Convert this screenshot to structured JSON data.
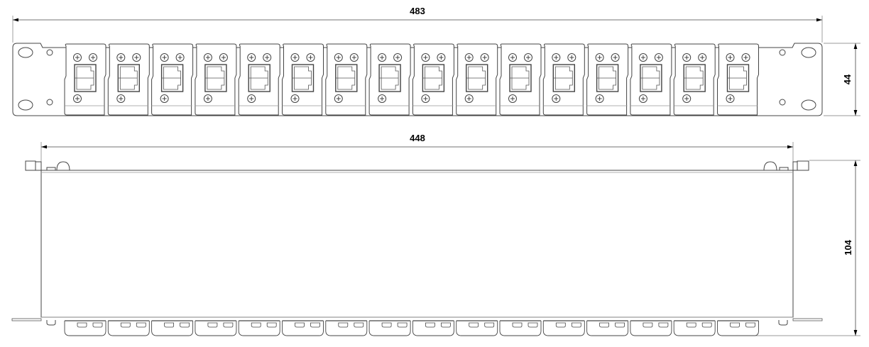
{
  "drawing": {
    "front_view": {
      "port_count": 16,
      "width_dimension": "483",
      "height_dimension": "44"
    },
    "top_view": {
      "module_count": 16,
      "width_dimension": "448",
      "depth_dimension": "104"
    }
  },
  "colors": {
    "line": "#333333",
    "light": "#999999"
  }
}
